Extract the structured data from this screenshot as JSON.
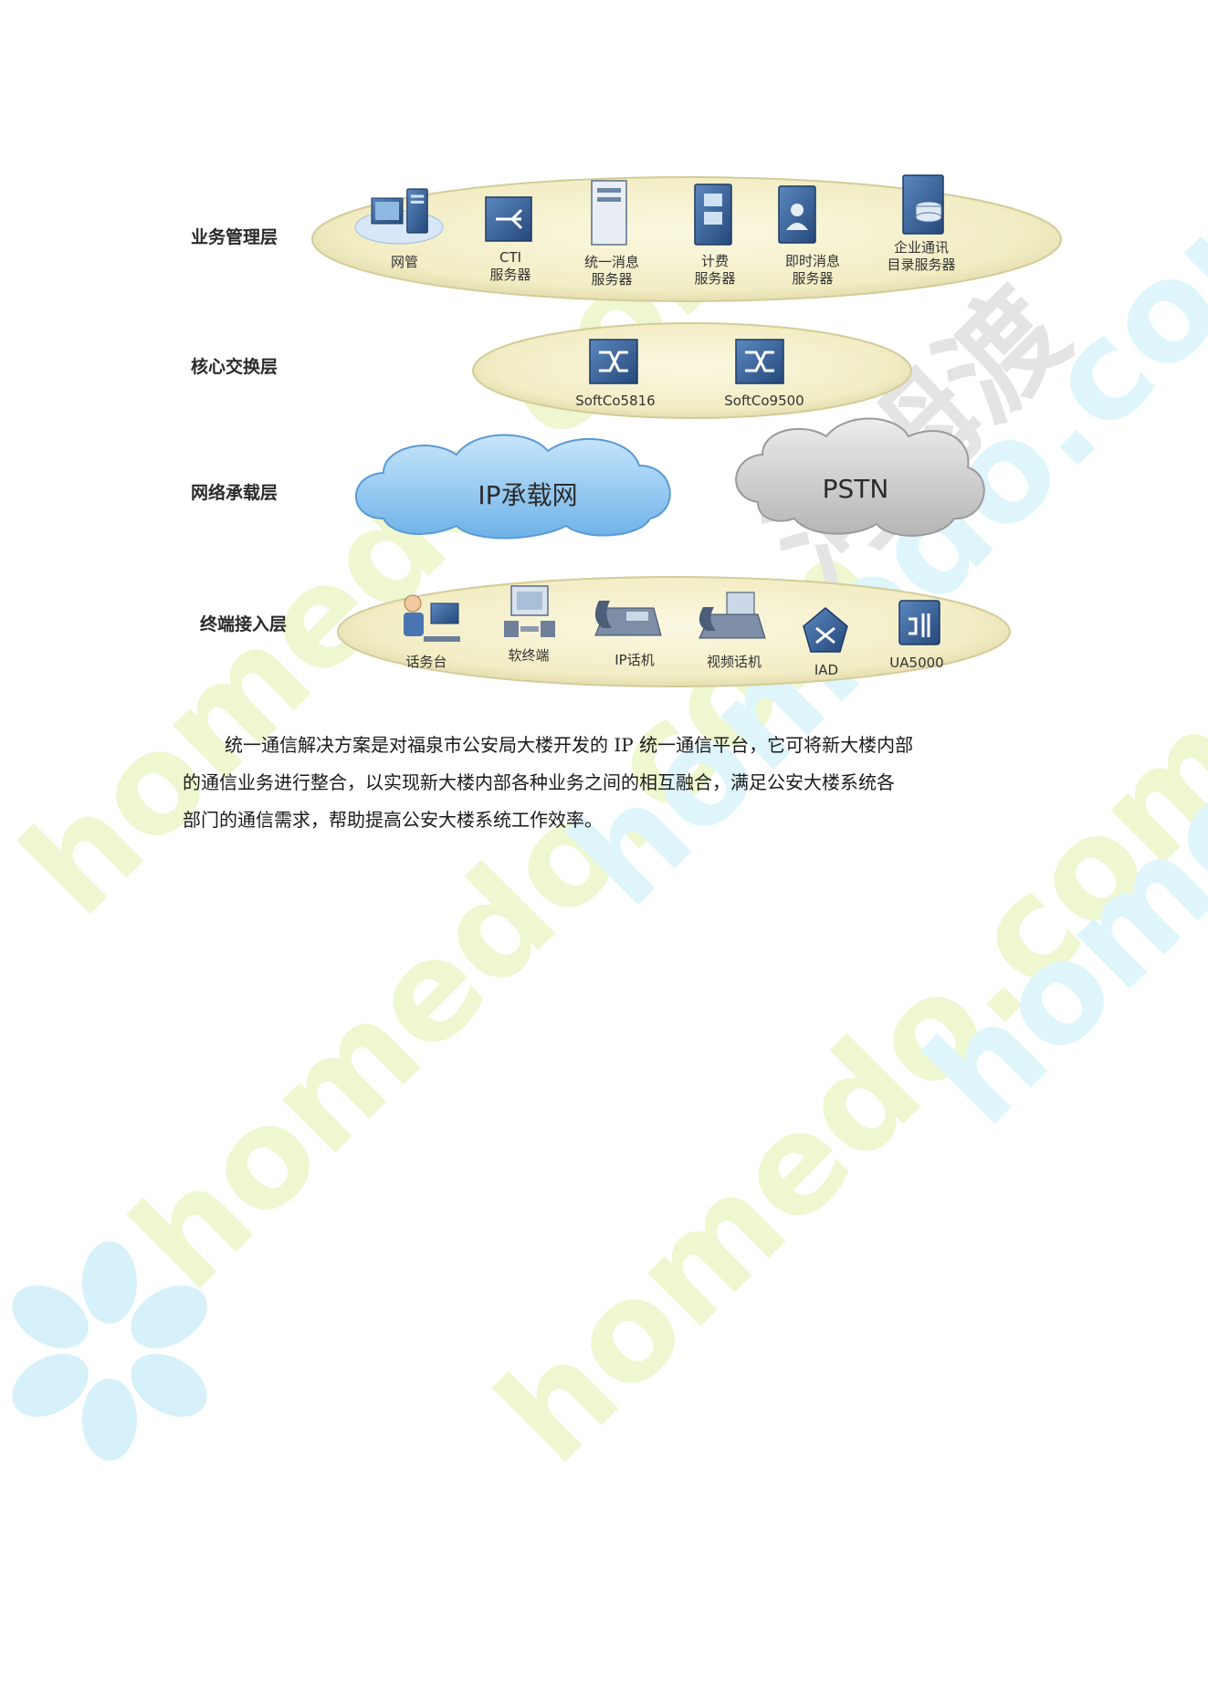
{
  "layers": [
    {
      "label": "业务管理层"
    },
    {
      "label": "核心交换层"
    },
    {
      "label": "网络承载层"
    },
    {
      "label": "终端接入层"
    }
  ],
  "business_devices": [
    {
      "icon": "network-management-icon",
      "lines": [
        "网管"
      ]
    },
    {
      "icon": "cti-server-icon",
      "lines": [
        "CTI",
        "服务器"
      ]
    },
    {
      "icon": "unified-message-server-icon",
      "lines": [
        "统一消息",
        "服务器"
      ]
    },
    {
      "icon": "billing-server-icon",
      "lines": [
        "计费",
        "服务器"
      ]
    },
    {
      "icon": "instant-message-server-icon",
      "lines": [
        "即时消息",
        "服务器"
      ]
    },
    {
      "icon": "directory-server-icon",
      "lines": [
        "企业通讯",
        "目录服务器"
      ]
    }
  ],
  "core_devices": [
    {
      "icon": "softswitch-icon",
      "lines": [
        "SoftCo5816"
      ]
    },
    {
      "icon": "softswitch-icon",
      "lines": [
        "SoftCo9500"
      ]
    }
  ],
  "clouds": [
    {
      "label": "IP承载网",
      "color": "#8fc4ef"
    },
    {
      "label": "PSTN",
      "color": "#c9c9c9"
    }
  ],
  "terminal_devices": [
    {
      "icon": "operator-console-icon",
      "lines": [
        "话务台"
      ]
    },
    {
      "icon": "soft-terminal-icon",
      "lines": [
        "软终端"
      ]
    },
    {
      "icon": "ip-phone-icon",
      "lines": [
        "IP话机"
      ]
    },
    {
      "icon": "video-phone-icon",
      "lines": [
        "视频话机"
      ]
    },
    {
      "icon": "iad-icon",
      "lines": [
        "IAD"
      ]
    },
    {
      "icon": "ua5000-icon",
      "lines": [
        "UA5000"
      ]
    }
  ],
  "paragraph": [
    "统一通信解决方案是对福泉市公安局大楼开发的 IP 统一通信平台，它可将新大楼内部",
    "的通信业务进行整合，以实现新大楼内部各种业务之间的相互融合，满足公安大楼系统各",
    "部门的通信需求，帮助提高公安大楼系统工作效率。"
  ],
  "watermark": {
    "text": "homedo.com",
    "brand": "河姆渡",
    "colors": {
      "green": "#eef7cf",
      "cyan": "#def5fb",
      "brand_gray": "#e4e4e4"
    }
  },
  "colors": {
    "ellipse_fill": "#f4f0c8",
    "ellipse_edge": "#d8d2a0",
    "device_blue": "#2f5b8f"
  }
}
